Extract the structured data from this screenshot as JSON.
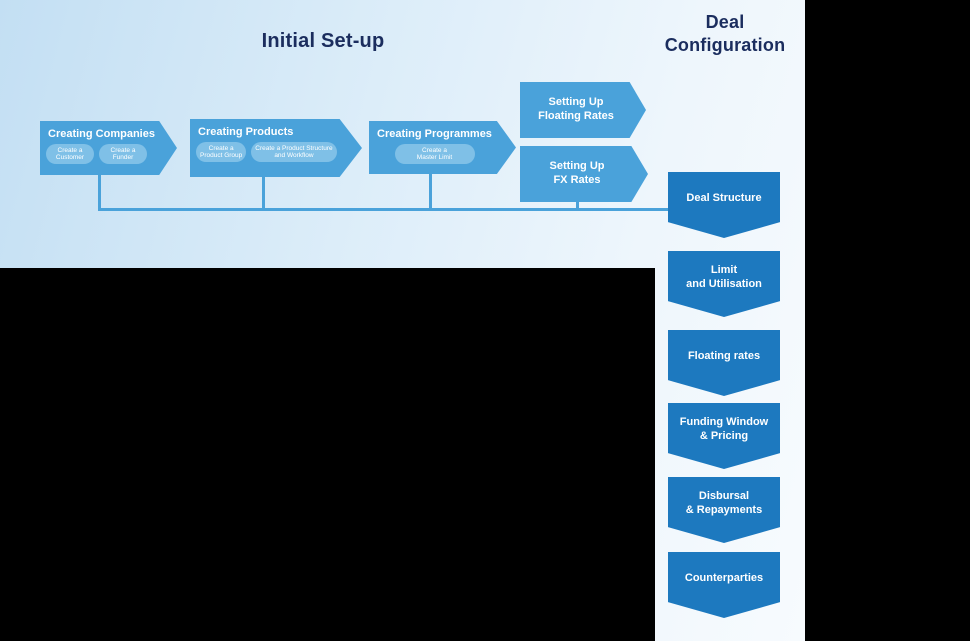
{
  "titles": {
    "initial_setup": "Initial Set-up",
    "deal_configuration": "Deal\nConfiguration"
  },
  "flow": {
    "steps": [
      {
        "label": "Creating Companies",
        "pills": [
          "Create a\nCustomer",
          "Create a\nFunder"
        ]
      },
      {
        "label": "Creating Products",
        "pills": [
          "Create a\nProduct Group",
          "Create a Product Structure\nand Workflow"
        ]
      },
      {
        "label": "Creating Programmes",
        "pills": [
          "Create a\nMaster Limit"
        ]
      },
      {
        "label": "Setting Up\nFloating Rates",
        "pills": []
      },
      {
        "label": "Setting Up\nFX Rates",
        "pills": []
      }
    ]
  },
  "deal_configuration": {
    "items": [
      {
        "label": "Deal Structure"
      },
      {
        "label": "Limit\nand Utilisation"
      },
      {
        "label": "Floating rates"
      },
      {
        "label": "Funding Window\n& Pricing"
      },
      {
        "label": "Disbursal\n& Repayments"
      },
      {
        "label": "Counterparties"
      }
    ]
  },
  "colors": {
    "arrow_blue": "#4aa2da",
    "pill_blue": "#7fc0e7",
    "chevron_blue": "#1d79bf",
    "title_navy": "#1b2d5e",
    "connector_blue": "#4aa2da",
    "background_black": "#000000"
  }
}
